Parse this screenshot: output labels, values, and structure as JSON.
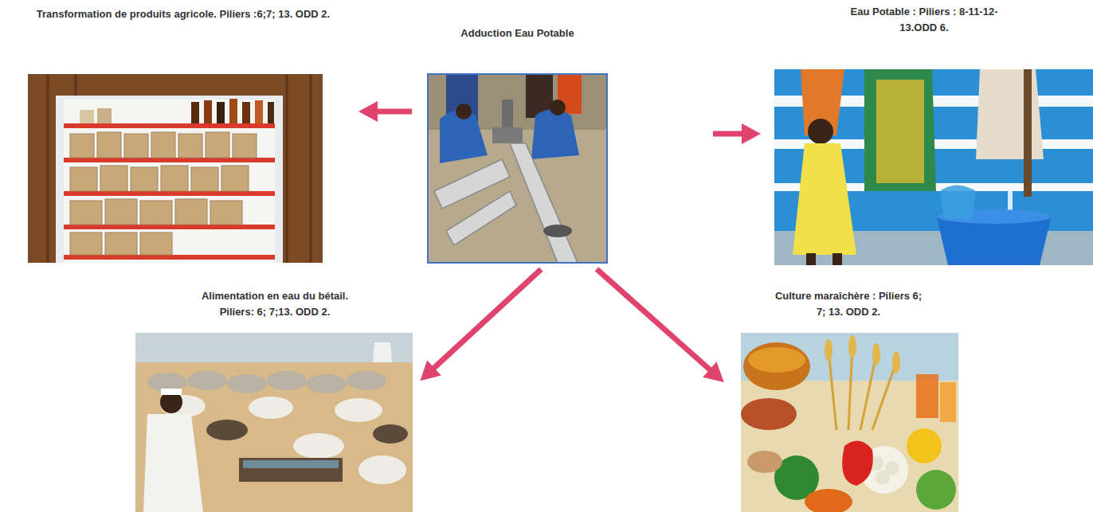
{
  "diagram": {
    "nodes": [
      {
        "text": [
          "Transformation de produits agricole. Piliers :6;7; 13. ODD 2."
        ]
      },
      {
        "text": [
          "Adduction Eau Potable"
        ]
      },
      {
        "text": [
          "Eau Potable : Piliers : 8-11-12-13.ODD 6."
        ]
      },
      {
        "text": [
          "Alimentation en eau du bétail. Piliers: 6; 7;13. ODD 2."
        ]
      },
      {
        "text": [
          "Culture maraîchère : Piliers 6; 7; 13. ODD 2."
        ]
      }
    ],
    "edges": [
      {
        "from": 1,
        "to": 0,
        "arrow": "to"
      },
      {
        "from": 1,
        "to": 2,
        "arrow": "to"
      },
      {
        "from": 1,
        "to": 3,
        "arrow": "to"
      },
      {
        "from": 1,
        "to": 4,
        "arrow": "to"
      }
    ]
  }
}
